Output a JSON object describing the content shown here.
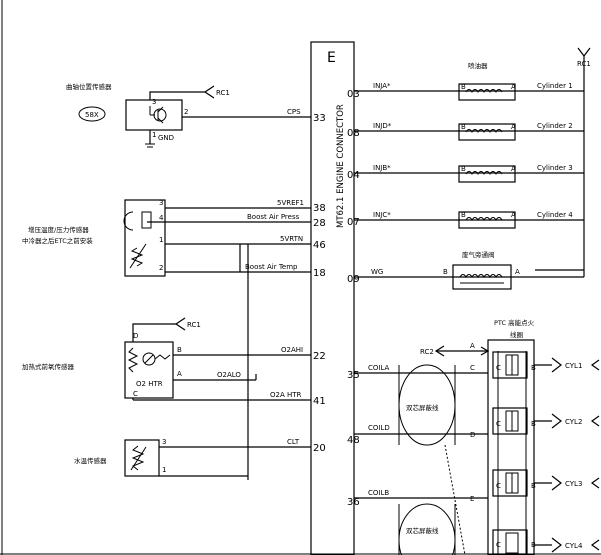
{
  "connector": {
    "letter": "E",
    "name": "MT62.1 ENGINE CONNECTOR"
  },
  "left": {
    "crank_sensor": {
      "title": "曲轴位置传感器",
      "badge": "58X",
      "ref": "RC1",
      "pin3": "3",
      "pin2": "2",
      "pin1": "1",
      "gnd": "GND",
      "signal": "CPS",
      "ecu_pin": "33"
    },
    "boost_sensor": {
      "title_line1": "增压温度/压力传感器",
      "title_line2": "中冷器之后ETC之前安装",
      "pins": [
        "3",
        "4",
        "1",
        "2"
      ],
      "signals": [
        "5VREF1",
        "Boost Air Press",
        "5VRTN",
        "Boost Air Temp"
      ],
      "ecu_pins": [
        "38",
        "28",
        "46",
        "18"
      ]
    },
    "o2_sensor": {
      "title": "加热式前氧传感器",
      "ref": "RC1",
      "pins": [
        "D",
        "B",
        "A",
        "C"
      ],
      "heater": "O2 HTR",
      "signals": [
        "O2AHI",
        "O2ALO",
        "O2A HTR"
      ],
      "ecu_pins": [
        "22",
        "41"
      ]
    },
    "coolant_sensor": {
      "title": "水温传感器",
      "pins": [
        "3",
        "1"
      ],
      "signal": "CLT",
      "ecu_pin": "20"
    }
  },
  "right": {
    "ref": "RC1",
    "injector_title": "喷油器",
    "injectors": [
      {
        "ecu_pin": "03",
        "signal": "INJA*",
        "b": "B",
        "a": "A",
        "cyl": "Cylinder 1"
      },
      {
        "ecu_pin": "08",
        "signal": "INJD*",
        "b": "B",
        "a": "A",
        "cyl": "Cylinder 2"
      },
      {
        "ecu_pin": "04",
        "signal": "INJB*",
        "b": "B",
        "a": "A",
        "cyl": "Cylinder 3"
      },
      {
        "ecu_pin": "07",
        "signal": "INJC*",
        "b": "B",
        "a": "A",
        "cyl": "Cylinder 4"
      }
    ],
    "wastegate": {
      "title": "废气旁通阀",
      "ecu_pin": "09",
      "signal": "WG",
      "b": "B",
      "a": "A"
    },
    "coil": {
      "title_line1": "PTC 高能点火",
      "title_line2": "线圈",
      "ref": "RC2",
      "a": "A",
      "cable1": "双芯屏蔽线",
      "cable2": "双芯屏蔽线",
      "rows": [
        {
          "ecu_pin": "35",
          "signal": "COILA",
          "letter": "C"
        },
        {
          "ecu_pin": "48",
          "signal": "COILD",
          "letter": "D"
        },
        {
          "ecu_pin": "36",
          "signal": "COILB",
          "letter": "E"
        }
      ],
      "terminals": {
        "c": "C",
        "b": "B"
      },
      "outputs": [
        "CYL1",
        "CYL2",
        "CYL3",
        "CYL4"
      ]
    }
  }
}
